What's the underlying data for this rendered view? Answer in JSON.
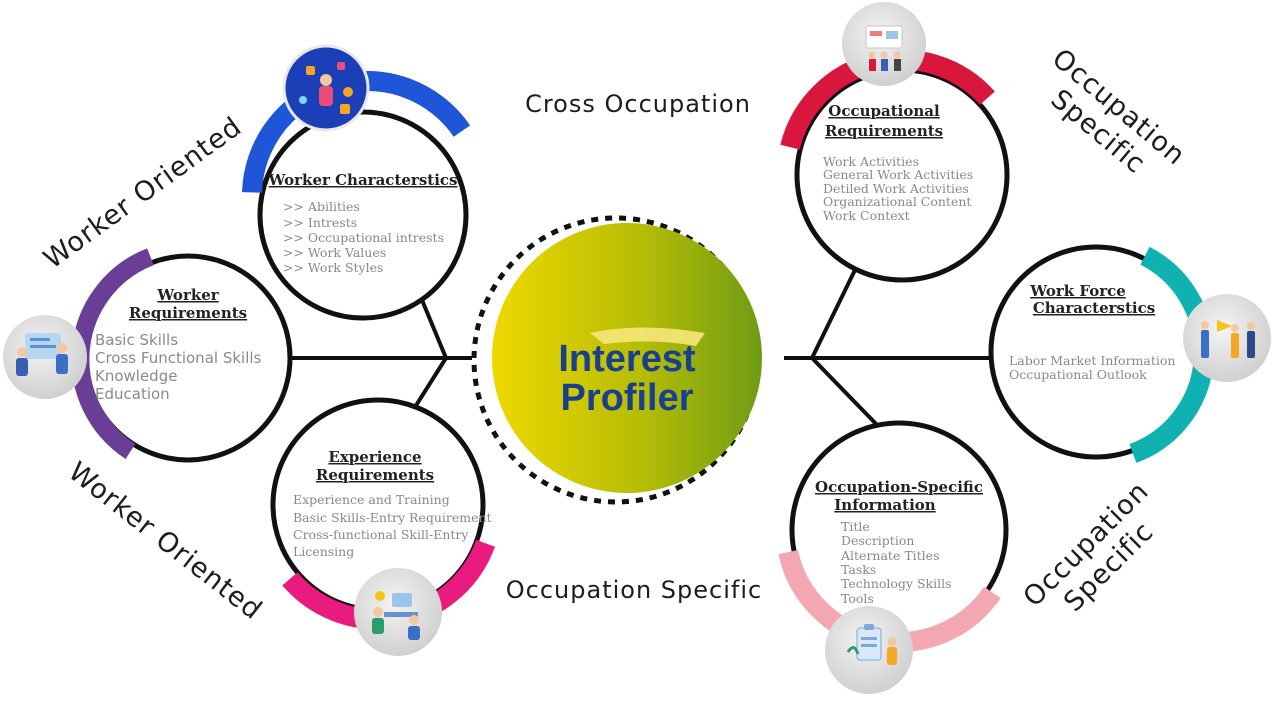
{
  "center": {
    "logo_line1": "Interest",
    "logo_line2": "Profiler"
  },
  "side_labels": {
    "top_left": "Worker Oriented",
    "bottom_left": "Worker Oriented",
    "top_right_line1": "Occupation",
    "top_right_line2": "Specific",
    "bottom_right_line1": "Occupation",
    "bottom_right_line2": "Specific"
  },
  "connectors": {
    "top": "Cross Occupation",
    "bottom": "Occupation Specific"
  },
  "nodes": {
    "worker_characteristics": {
      "title": "Worker Characterstics",
      "items": [
        ">> Abilities",
        ">> Intrests",
        ">> Occupational intrests",
        ">> Work Values",
        ">> Work Styles"
      ]
    },
    "worker_requirements": {
      "title_line1": "Worker",
      "title_line2": "Requirements",
      "items": [
        "Basic Skills",
        "Cross Functional Skills",
        "Knowledge",
        "Education"
      ]
    },
    "experience_requirements": {
      "title_line1": "Experience",
      "title_line2": "Requirements",
      "items": [
        "Experience and Training",
        "Basic Skills-Entry Requirement",
        "Cross-functional Skill-Entry",
        "Licensing"
      ]
    },
    "occupational_requirements": {
      "title_line1": "Occupational",
      "title_line2": "Requirements",
      "items": [
        "Work Activities",
        "General Work Activities",
        "Detiled Work Activities",
        "Organizational Content",
        "Work Context"
      ]
    },
    "work_force_characteristics": {
      "title_line1": "Work Force",
      "title_line2": "Characterstics",
      "items": [
        "Labor Market Information",
        "Occupational Outlook"
      ]
    },
    "occupation_specific_information": {
      "title_line1": "Occupation-Specific",
      "title_line2": "Information",
      "items": [
        "Title",
        "Description",
        "Alternate Titles",
        "Tasks",
        "Technology Skills",
        "Tools"
      ]
    }
  },
  "colors": {
    "blue_arc": "#1f56d8",
    "purple_arc": "#6a3d96",
    "pink_arc": "#ea1b7e",
    "red_arc": "#d9173c",
    "teal_arc": "#0fb1b1",
    "lightpink_arc": "#f2a7b2",
    "center_gradient_start": "#e8d500",
    "center_gradient_end": "#78a012",
    "logo_blue": "#1a3f8f"
  },
  "icons": {
    "worker_characteristics": "team-analytics-icon",
    "worker_requirements": "people-meeting-icon",
    "experience_requirements": "workers-desk-icon",
    "occupational_requirements": "presentation-team-icon",
    "work_force_characteristics": "team-discussion-icon",
    "occupation_specific_information": "clipboard-worker-icon"
  }
}
